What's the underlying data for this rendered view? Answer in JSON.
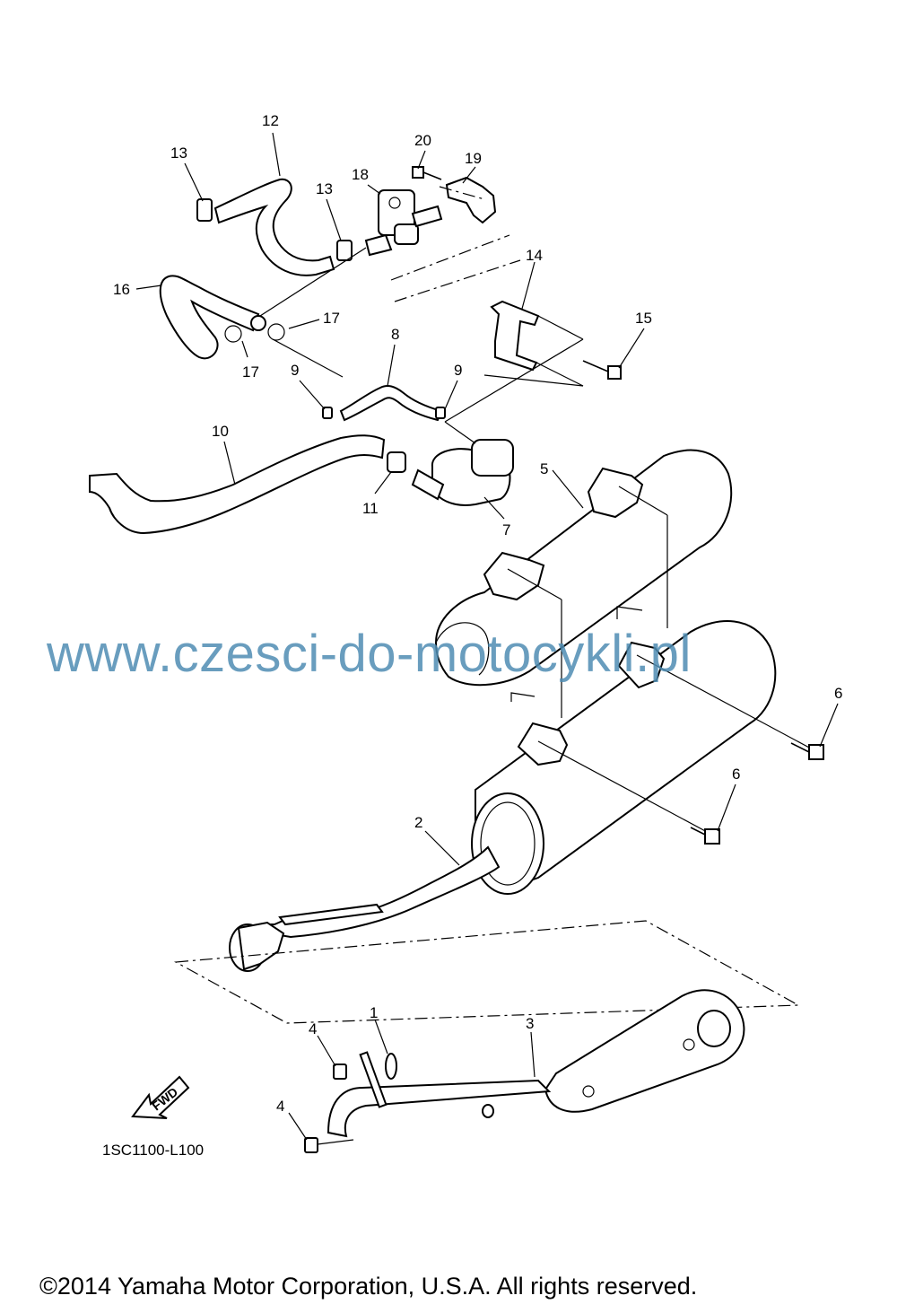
{
  "diagram": {
    "callouts": [
      {
        "id": "c12",
        "label": "12"
      },
      {
        "id": "c13a",
        "label": "13"
      },
      {
        "id": "c13b",
        "label": "13"
      },
      {
        "id": "c20",
        "label": "20"
      },
      {
        "id": "c18",
        "label": "18"
      },
      {
        "id": "c19",
        "label": "19"
      },
      {
        "id": "c14",
        "label": "14"
      },
      {
        "id": "c15",
        "label": "15"
      },
      {
        "id": "c16",
        "label": "16"
      },
      {
        "id": "c17a",
        "label": "17"
      },
      {
        "id": "c17b",
        "label": "17"
      },
      {
        "id": "c8",
        "label": "8"
      },
      {
        "id": "c9a",
        "label": "9"
      },
      {
        "id": "c9b",
        "label": "9"
      },
      {
        "id": "c10",
        "label": "10"
      },
      {
        "id": "c11",
        "label": "11"
      },
      {
        "id": "c7",
        "label": "7"
      },
      {
        "id": "c5",
        "label": "5"
      },
      {
        "id": "c6a",
        "label": "6"
      },
      {
        "id": "c6b",
        "label": "6"
      },
      {
        "id": "c2",
        "label": "2"
      },
      {
        "id": "c3",
        "label": "3"
      },
      {
        "id": "c1",
        "label": "1"
      },
      {
        "id": "c4a",
        "label": "4"
      },
      {
        "id": "c4b",
        "label": "4"
      }
    ],
    "fwd_label": "FWD",
    "diagram_code": "1SC1100-L100",
    "watermark": "www.czesci-do-motocykli.pl",
    "copyright": "©2014 Yamaha Motor Corporation, U.S.A. All rights reserved."
  }
}
